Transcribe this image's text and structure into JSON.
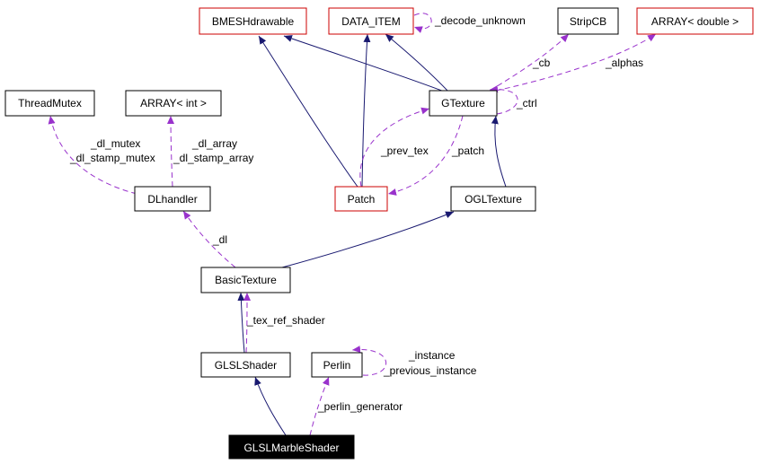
{
  "colors": {
    "node_border_default": "#000000",
    "node_border_incomplete": "#cc0000",
    "inheritance_edge": "#191970",
    "usage_edge": "#9932cc",
    "highlight_fill": "#000000",
    "highlight_text": "#ffffff"
  },
  "nodes": {
    "bmeshdrawable": "BMESHdrawable",
    "data_item": "DATA_ITEM",
    "stripcb": "StripCB",
    "array_double": "ARRAY< double >",
    "threadmutex": "ThreadMutex",
    "array_int": "ARRAY< int >",
    "gtexture": "GTexture",
    "dlhandler": "DLhandler",
    "patch": "Patch",
    "ogltexture": "OGLTexture",
    "basictexture": "BasicTexture",
    "glslshader": "GLSLShader",
    "perlin": "Perlin",
    "glslmarbleshader": "GLSLMarbleShader"
  },
  "edge_labels": {
    "decode_unknown": "_decode_unknown",
    "cb": "_cb",
    "alphas": "_alphas",
    "ctrl": "_ctrl",
    "dl_mutex": "_dl_mutex",
    "dl_stamp_mutex": "_dl_stamp_mutex",
    "dl_array": "_dl_array",
    "dl_stamp_array": "_dl_stamp_array",
    "prev_tex": "_prev_tex",
    "patch": "_patch",
    "dl": "_dl",
    "tex_ref_shader": "_tex_ref_shader",
    "instance": "_instance",
    "previous_instance": "_previous_instance",
    "perlin_generator": "_perlin_generator"
  }
}
